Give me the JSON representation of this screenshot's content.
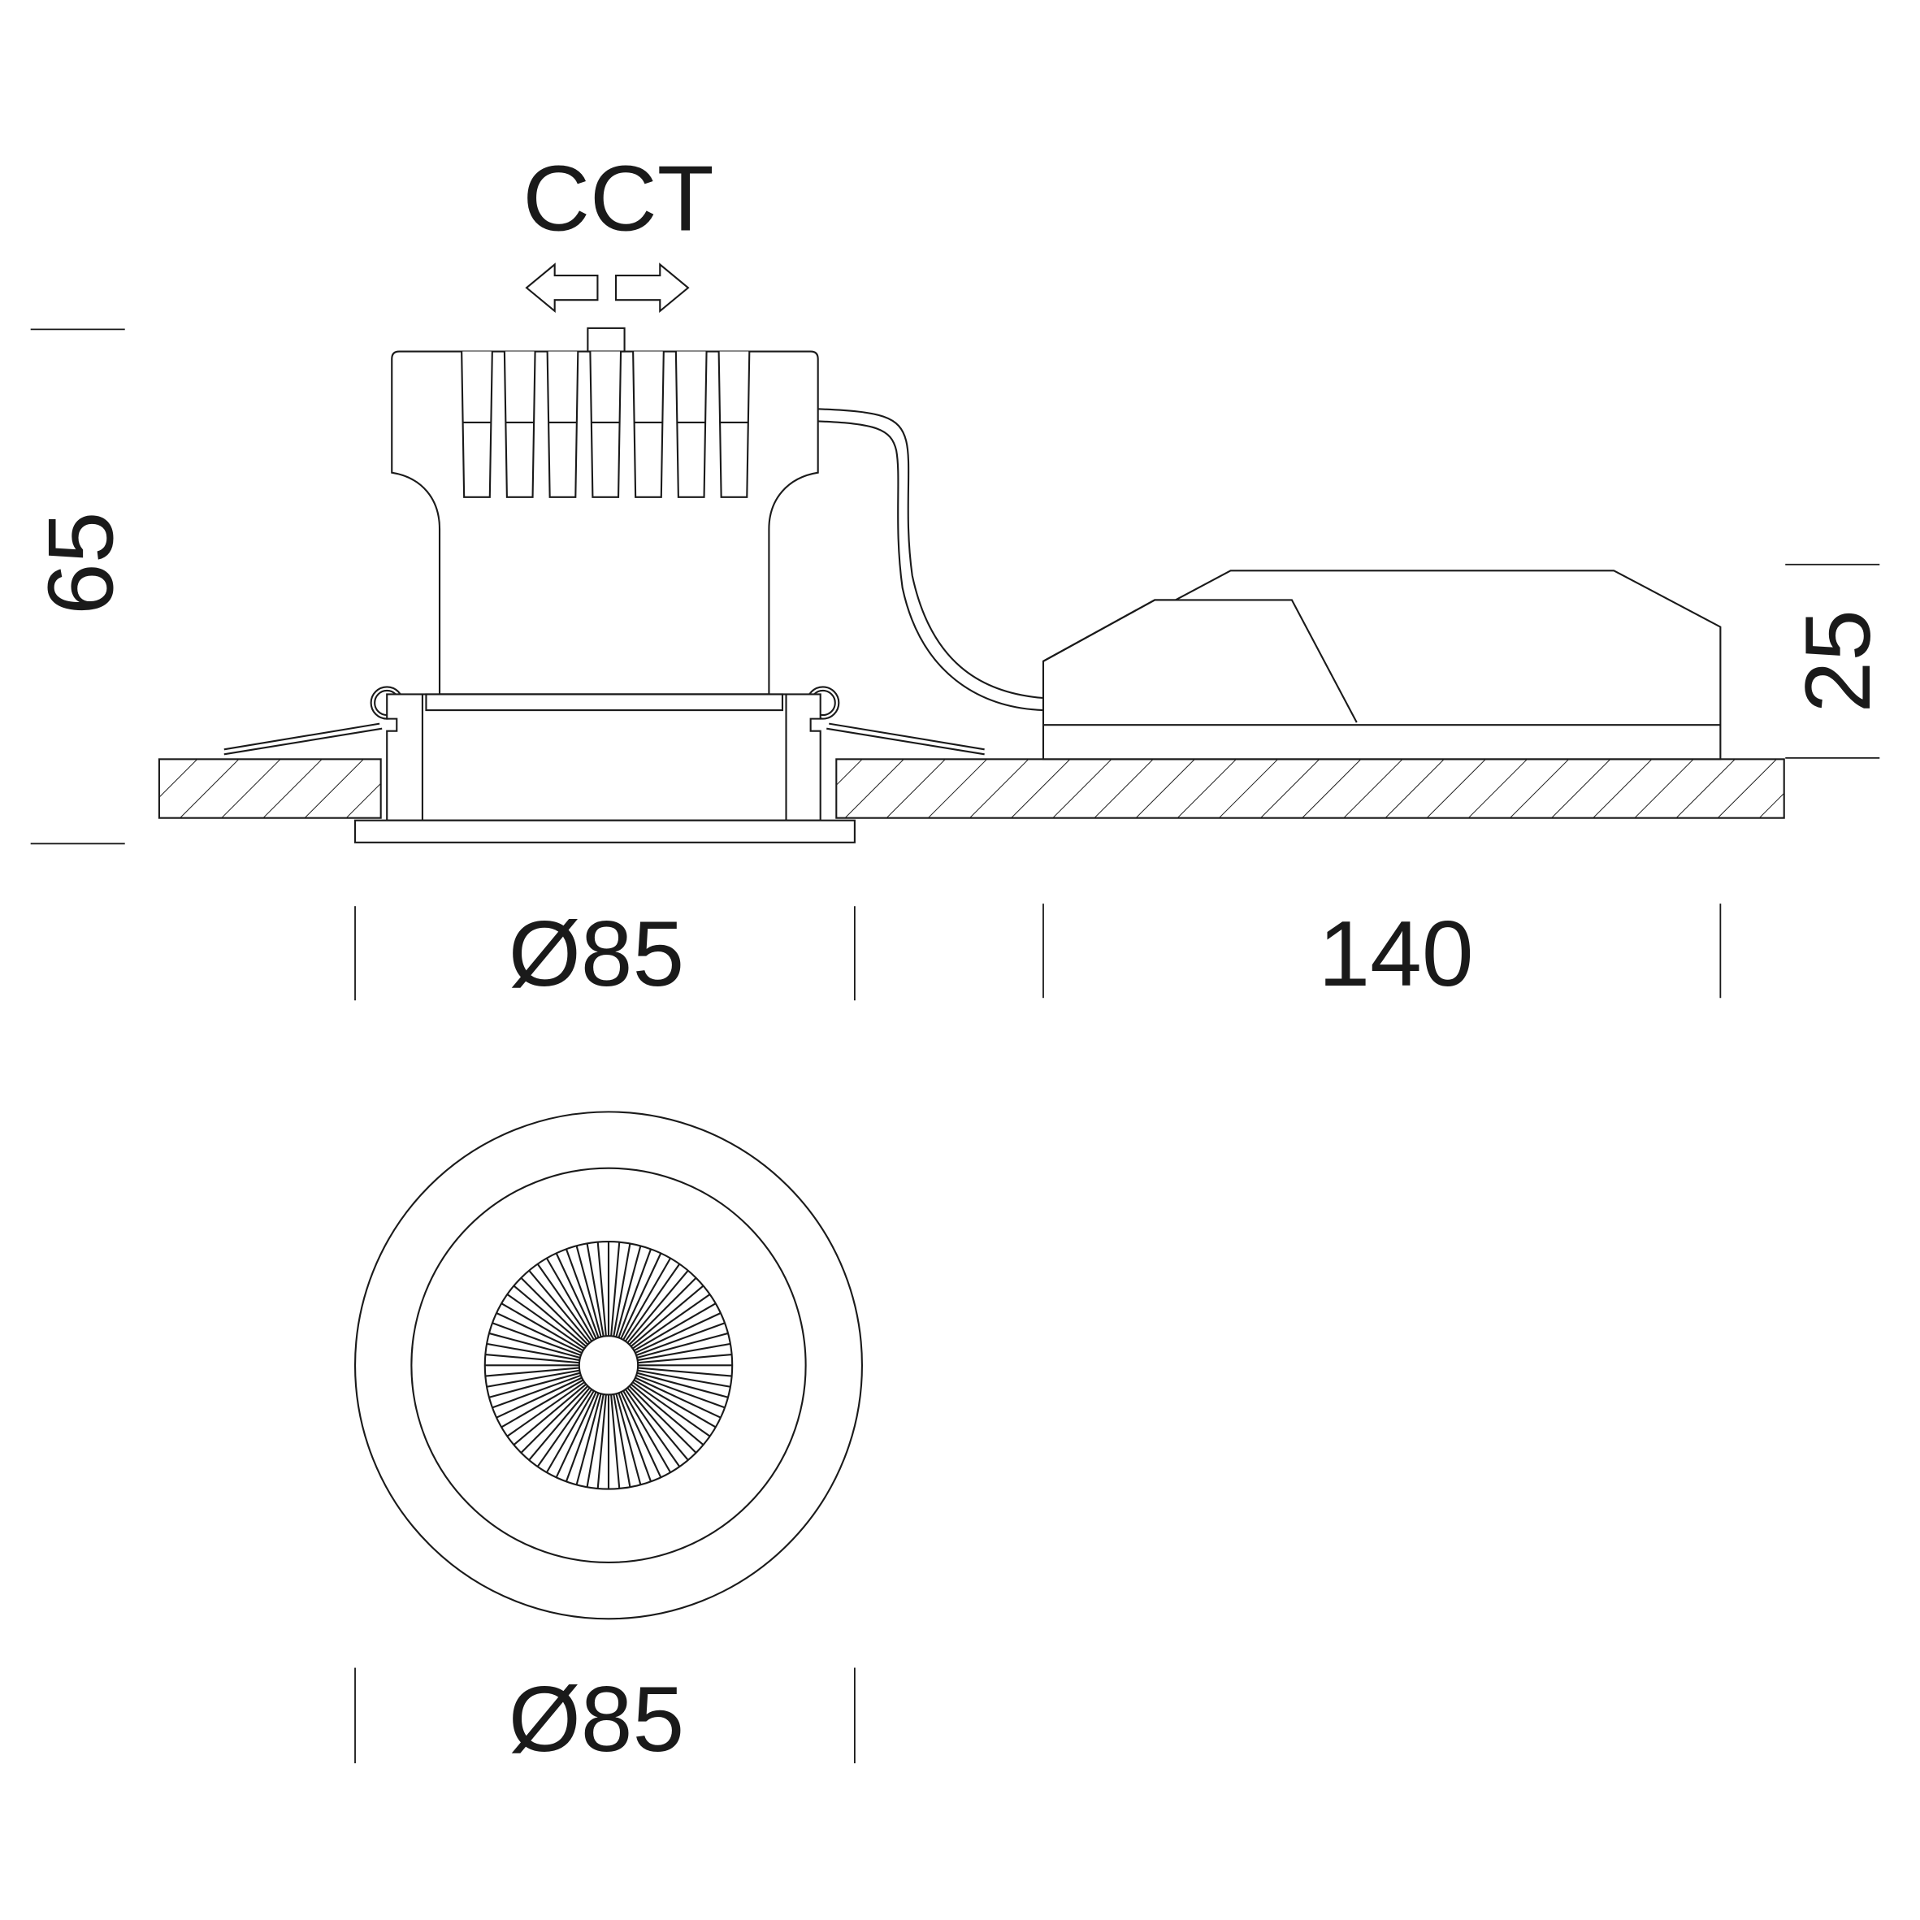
{
  "side_view": {
    "label_cct": "CCT",
    "dim_height_total": "65",
    "dim_height_driver": "25",
    "dim_diameter": "Ø85",
    "dim_driver_length": "140"
  },
  "top_view": {
    "dim_diameter": "Ø85",
    "reflector_facets": 72
  },
  "colors": {
    "line": "#1a1a1a",
    "background": "#ffffff"
  }
}
